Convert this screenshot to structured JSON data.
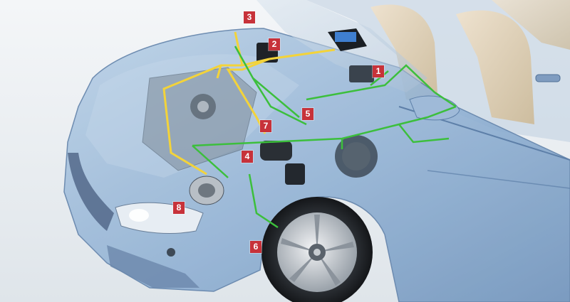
{
  "markers": [
    "1",
    "2",
    "3",
    "4",
    "5",
    "6",
    "7",
    "8"
  ],
  "colors": {
    "header": "#0b3b7a",
    "header_accent": "#1a9a3a",
    "marker": "#c7323a",
    "data_line": "#3cbf3c",
    "power_line": "#f3d33a",
    "car_body": "#8fb0d3"
  }
}
